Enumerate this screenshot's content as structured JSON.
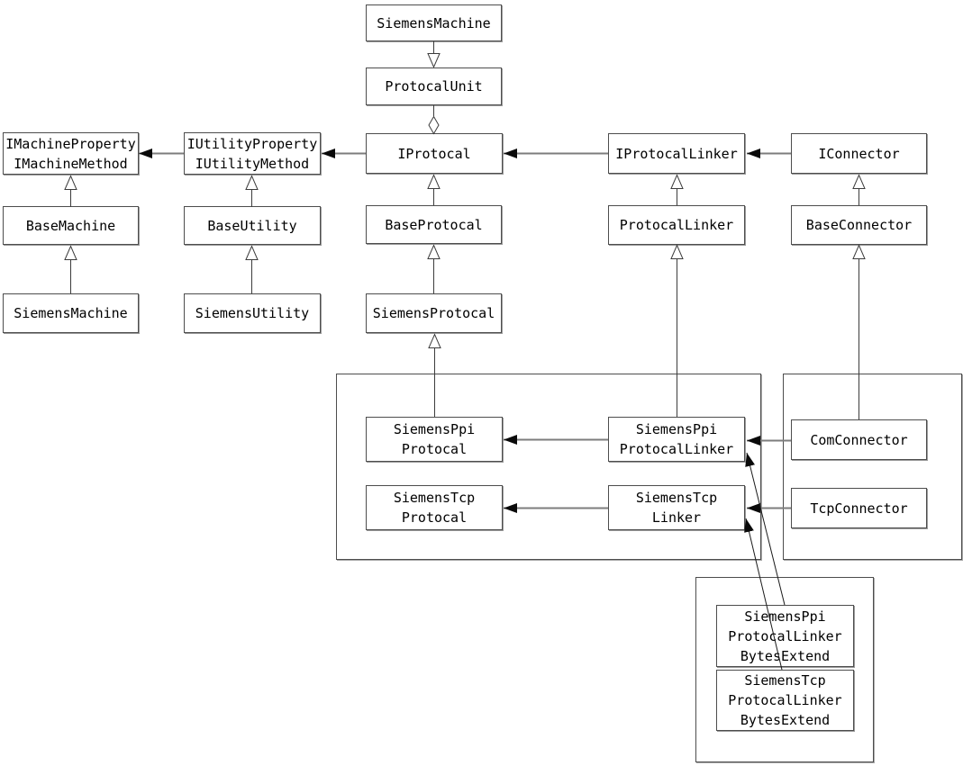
{
  "diagram": {
    "nodes": {
      "siemens_machine_top": {
        "label": "SiemensMachine"
      },
      "protocal_unit": {
        "label": "ProtocalUnit"
      },
      "imachine": {
        "label": "IMachineProperty\nIMachineMethod"
      },
      "iutility": {
        "label": "IUtilityProperty\nIUtilityMethod"
      },
      "iprotocal": {
        "label": "IProtocal"
      },
      "iprotocal_linker": {
        "label": "IProtocalLinker"
      },
      "iconnector": {
        "label": "IConnector"
      },
      "base_machine": {
        "label": "BaseMachine"
      },
      "base_utility": {
        "label": "BaseUtility"
      },
      "base_protocal": {
        "label": "BaseProtocal"
      },
      "protocal_linker": {
        "label": "ProtocalLinker"
      },
      "base_connector": {
        "label": "BaseConnector"
      },
      "siemens_machine": {
        "label": "SiemensMachine"
      },
      "siemens_utility": {
        "label": "SiemensUtility"
      },
      "siemens_protocal": {
        "label": "SiemensProtocal"
      },
      "siemens_ppi_protocal": {
        "label": "SiemensPpi\nProtocal"
      },
      "siemens_tcp_protocal": {
        "label": "SiemensTcp\nProtocal"
      },
      "siemens_ppi_protocal_linker": {
        "label": "SiemensPpi\nProtocalLinker"
      },
      "siemens_tcp_linker": {
        "label": "SiemensTcp\nLinker"
      },
      "com_connector": {
        "label": "ComConnector"
      },
      "tcp_connector": {
        "label": "TcpConnector"
      },
      "ppi_bytes_extend": {
        "label": "SiemensPpi\nProtocalLinker\nBytesExtend"
      },
      "tcp_bytes_extend": {
        "label": "SiemensTcp\nProtocalLinker\nBytesExtend"
      }
    },
    "relationships": [
      {
        "from": "SiemensMachine",
        "to": "ProtocalUnit",
        "arrow": "open-triangle"
      },
      {
        "from": "ProtocalUnit",
        "to": "IProtocal",
        "arrow": "open-diamond"
      },
      {
        "from": "IProtocal",
        "to": "IUtilityProperty IUtilityMethod",
        "arrow": "filled-arrow"
      },
      {
        "from": "IUtilityProperty IUtilityMethod",
        "to": "IMachineProperty IMachineMethod",
        "arrow": "filled-arrow"
      },
      {
        "from": "IProtocalLinker",
        "to": "IProtocal",
        "arrow": "filled-arrow"
      },
      {
        "from": "IConnector",
        "to": "IProtocalLinker",
        "arrow": "filled-arrow"
      },
      {
        "from": "BaseMachine",
        "to": "IMachineProperty IMachineMethod",
        "arrow": "open-triangle"
      },
      {
        "from": "SiemensMachine",
        "to": "BaseMachine",
        "arrow": "open-triangle"
      },
      {
        "from": "BaseUtility",
        "to": "IUtilityProperty IUtilityMethod",
        "arrow": "open-triangle"
      },
      {
        "from": "SiemensUtility",
        "to": "BaseUtility",
        "arrow": "open-triangle"
      },
      {
        "from": "BaseProtocal",
        "to": "IProtocal",
        "arrow": "open-triangle"
      },
      {
        "from": "SiemensProtocal",
        "to": "BaseProtocal",
        "arrow": "open-triangle"
      },
      {
        "from": "SiemensPpiProtocal",
        "to": "SiemensProtocal",
        "arrow": "open-triangle"
      },
      {
        "from": "ProtocalLinker",
        "to": "IProtocalLinker",
        "arrow": "open-triangle"
      },
      {
        "from": "SiemensPpiProtocalLinker",
        "to": "ProtocalLinker",
        "arrow": "open-triangle"
      },
      {
        "from": "BaseConnector",
        "to": "IConnector",
        "arrow": "open-triangle"
      },
      {
        "from": "ComConnector",
        "to": "BaseConnector",
        "arrow": "open-triangle"
      },
      {
        "from": "SiemensPpiProtocalLinker",
        "to": "SiemensPpiProtocal",
        "arrow": "filled-arrow"
      },
      {
        "from": "SiemensTcpLinker",
        "to": "SiemensTcpProtocal",
        "arrow": "filled-arrow"
      },
      {
        "from": "ComConnector",
        "to": "SiemensPpiProtocalLinker",
        "arrow": "filled-arrow"
      },
      {
        "from": "TcpConnector",
        "to": "SiemensTcpLinker",
        "arrow": "filled-arrow"
      },
      {
        "from": "SiemensPpiProtocalLinkerBytesExtend",
        "to": "SiemensPpiProtocalLinker",
        "arrow": "filled-arrow"
      },
      {
        "from": "SiemensTcpProtocalLinkerBytesExtend",
        "to": "SiemensTcpLinker",
        "arrow": "filled-arrow"
      }
    ],
    "colors": {
      "background": "#ffffff",
      "box_fill": "#ffffff",
      "box_border": "#4d4d4d",
      "text": "#000000",
      "association_line": "#7d7d7d",
      "inheritance_line": "#3c3c3c",
      "arrow_fill": "#0a0a0a"
    }
  }
}
